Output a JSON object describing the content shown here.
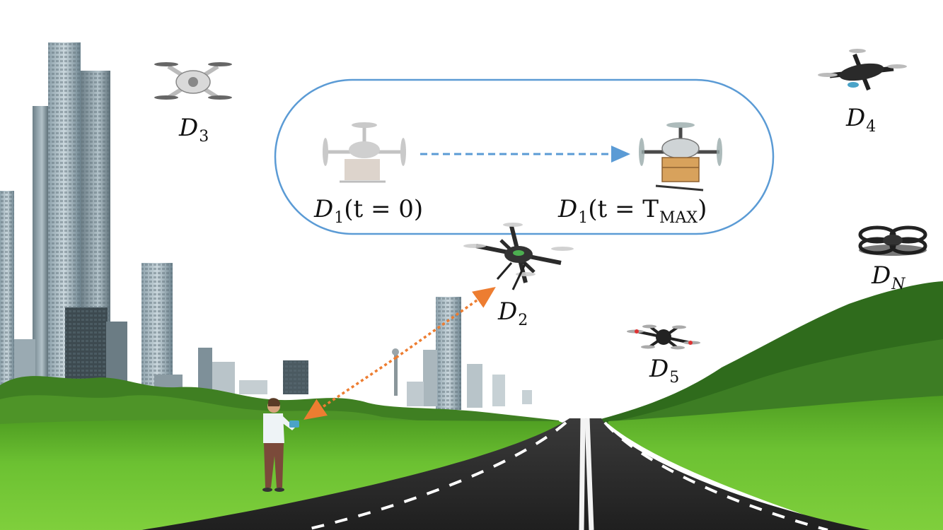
{
  "colors": {
    "sky": "#ffffff",
    "grass": "#5fb82a",
    "road": "#2a2a2a",
    "trajectory_box": "#5b9bd5",
    "trajectory_arrow": "#5b9bd5",
    "control_link": "#ed7d31"
  },
  "labels": {
    "d1_start": {
      "base": "D",
      "sub": "1",
      "expr": "(t = 0)"
    },
    "d1_end": {
      "base": "D",
      "sub": "1",
      "expr_prefix": "(t = T",
      "expr_sub": "MAX",
      "expr_suffix": ")"
    },
    "d2": {
      "base": "D",
      "sub": "2"
    },
    "d3": {
      "base": "D",
      "sub": "3"
    },
    "d4": {
      "base": "D",
      "sub": "4"
    },
    "d5": {
      "base": "D",
      "sub": "5"
    },
    "dn": {
      "base": "D",
      "sub": "N"
    }
  },
  "icons": {
    "drone_d1_start": "cargo-drone-faded-icon",
    "drone_d1_end": "cargo-drone-icon",
    "drone_d2": "quadcopter-dark-icon",
    "drone_d3": "quadcopter-white-icon",
    "drone_d4": "folding-drone-icon",
    "drone_d5": "hexacopter-icon",
    "drone_dn": "caged-drone-icon",
    "operator": "operator-person-icon"
  }
}
